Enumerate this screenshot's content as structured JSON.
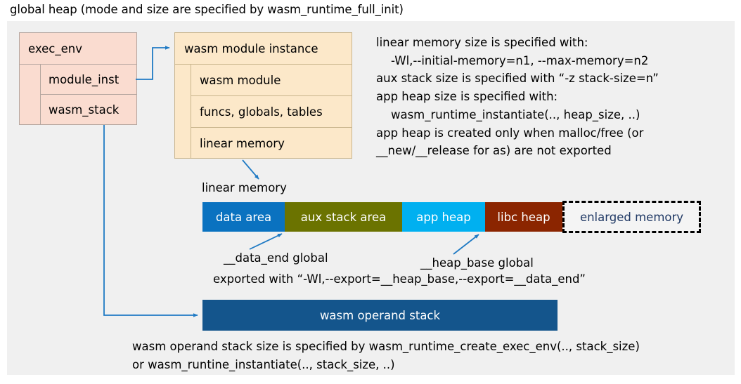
{
  "title": "global heap (mode and size are specified by wasm_runtime_full_init)",
  "exec_env": {
    "header": "exec_env",
    "rows": [
      {
        "label": "module_inst"
      },
      {
        "label": "wasm_stack"
      }
    ]
  },
  "module_instance": {
    "header": "wasm module instance",
    "rows": [
      {
        "label": "wasm module"
      },
      {
        "label": "funcs, globals, tables"
      },
      {
        "label": "linear memory"
      }
    ]
  },
  "info_text": "linear memory size is specified with:\n    -Wl,--initial-memory=n1, --max-memory=n2\naux stack size is specified with “-z stack-size=n”\napp heap size is specified with:\n    wasm_runtime_instantiate(.., heap_size, ..)\napp heap is created only when malloc/free (or\n__new/__release for as) are not exported",
  "linear_memory": {
    "label": "linear memory",
    "segments": [
      {
        "name": "data area",
        "color": "#0a72c0",
        "width": 117,
        "text_color": "#ffffff"
      },
      {
        "name": "aux stack area",
        "color": "#6b7300",
        "width": 167,
        "text_color": "#ffffff"
      },
      {
        "name": "app heap",
        "color": "#00b0f0",
        "width": 118,
        "text_color": "#ffffff"
      },
      {
        "name": "libc heap",
        "color": "#8b2500",
        "width": 110,
        "text_color": "#ffffff"
      },
      {
        "name": "enlarged memory",
        "color": "#f4f4f4",
        "width": 197,
        "text_color": "#1f3864"
      }
    ]
  },
  "annotations": {
    "data_end": "__data_end global",
    "heap_base": "__heap_base global",
    "export": "exported with “-Wl,--export=__heap_base,--export=__data_end”"
  },
  "operand_stack": {
    "label": "wasm operand stack",
    "color": "#14558c"
  },
  "bottom_text": "wasm operand stack size is specified by wasm_runtime_create_exec_env(.., stack_size)\nor wasm_runtine_instantiate(.., stack_size, ..)",
  "colors": {
    "panel_background": "#f0f0f0",
    "exec_env_fill": "#fadcd0",
    "module_instance_fill": "#fce8c9",
    "connector": "#1f7ac4"
  }
}
